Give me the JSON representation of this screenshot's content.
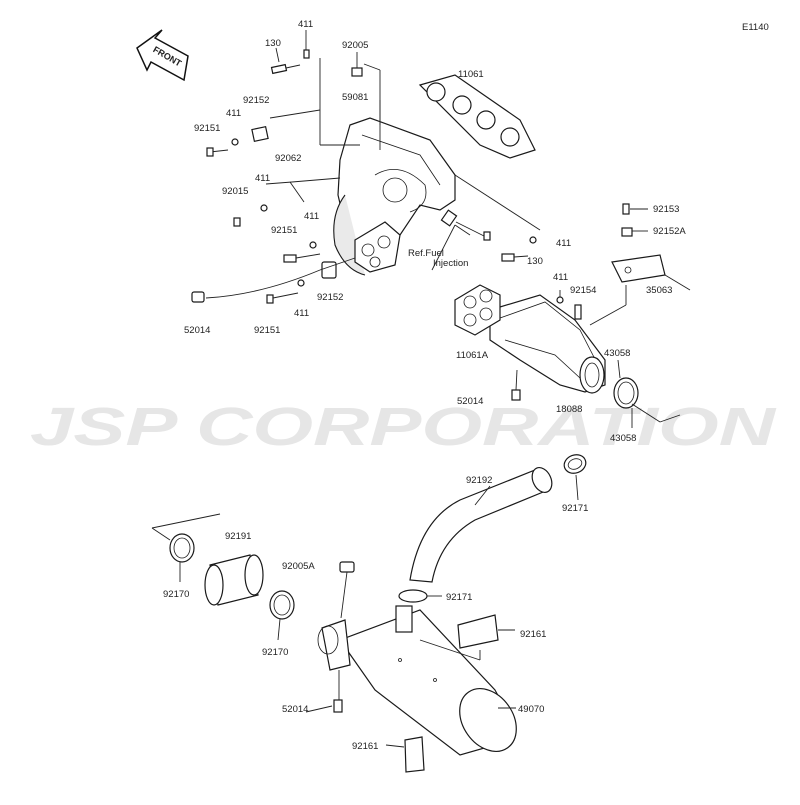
{
  "diagram_code": "E1140",
  "front_label": "FRONT",
  "watermark": "JSP CORPORATION",
  "ref_note_line1": "Ref.Fuel",
  "ref_note_line2": "Injection",
  "labels": {
    "p411a": "411",
    "p130a": "130",
    "p92005": "92005",
    "p11061": "11061",
    "p92152a": "92152",
    "p59081": "59081",
    "p411b": "411",
    "p92151a": "92151",
    "p92062": "92062",
    "p411c": "411",
    "p92015": "92015",
    "p411d": "411",
    "p92151b": "92151",
    "p411e": "411",
    "p130b": "130",
    "p52014a": "52014",
    "p92151c": "92151",
    "p411f": "411",
    "p92152b": "92152",
    "p92153": "92153",
    "p92152A": "92152A",
    "p35063": "35063",
    "p411g": "411",
    "p92154": "92154",
    "p11061A": "11061A",
    "p43058a": "43058",
    "p52014b": "52014",
    "p18088": "18088",
    "p43058b": "43058",
    "p92192": "92192",
    "p92171a": "92171",
    "p92191": "92191",
    "p92005A": "92005A",
    "p92170a": "92170",
    "p92171b": "92171",
    "p92161a": "92161",
    "p92170b": "92170",
    "p52014c": "52014",
    "p49070": "49070",
    "p92161b": "92161"
  }
}
